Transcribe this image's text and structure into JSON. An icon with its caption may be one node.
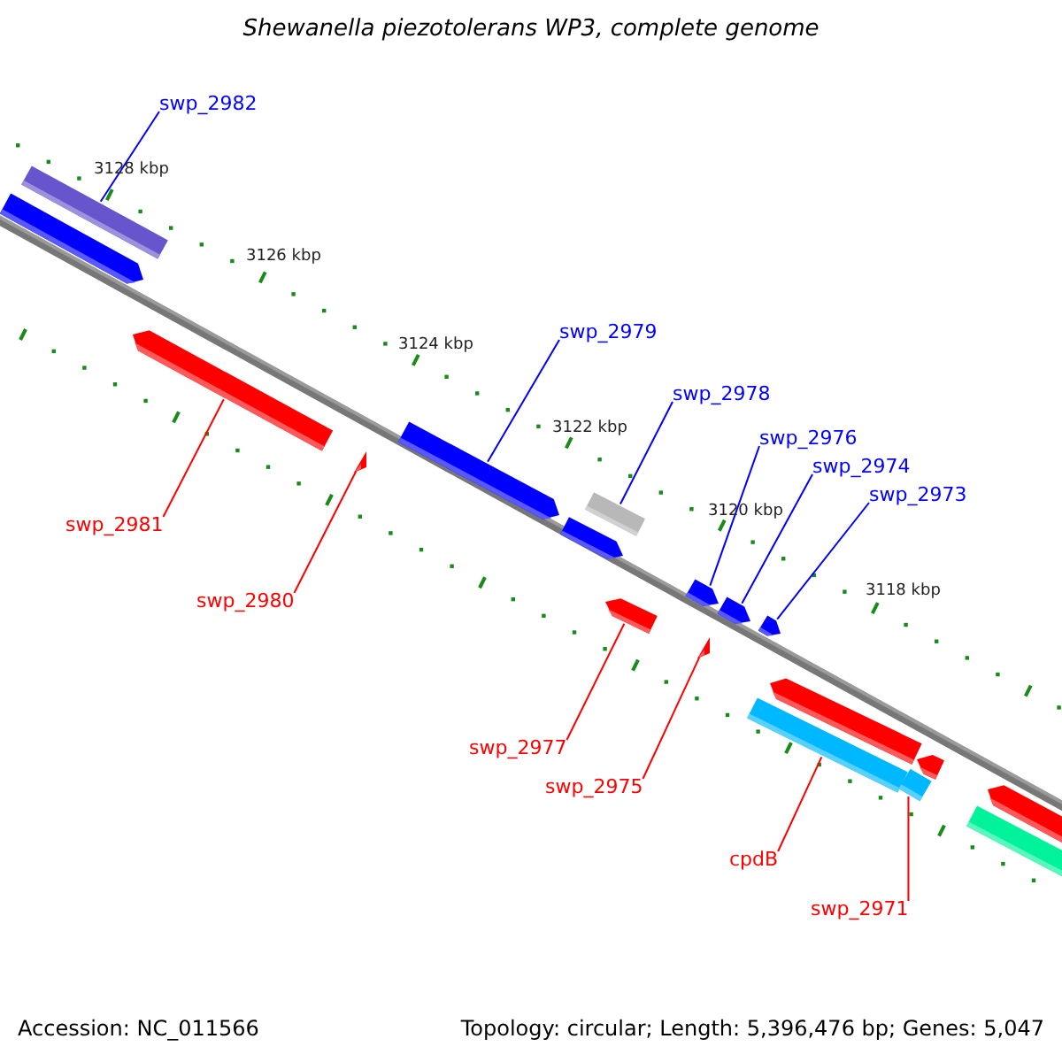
{
  "diagram": {
    "title": "Shewanella piezotolerans WP3, complete genome",
    "nodes": [
      {
        "text": [
          "swp_2982"
        ]
      },
      {
        "text": [
          "swp_2979"
        ]
      },
      {
        "text": [
          "swp_2978"
        ]
      },
      {
        "text": [
          "swp_2976"
        ]
      },
      {
        "text": [
          "swp_2974"
        ]
      },
      {
        "text": [
          "swp_2973"
        ]
      },
      {
        "text": [
          "swp_2981"
        ]
      },
      {
        "text": [
          "swp_2980"
        ]
      },
      {
        "text": [
          "swp_2977"
        ]
      },
      {
        "text": [
          "swp_2975"
        ]
      },
      {
        "text": [
          "cpdB"
        ]
      },
      {
        "text": [
          "swp_2971"
        ]
      },
      {
        "text": [],
        "shape": "bar"
      },
      {
        "text": [],
        "shape": "bar"
      },
      {
        "text": [],
        "shape": "triangle"
      },
      {
        "text": [],
        "shape": "bar"
      },
      {
        "text": [],
        "shape": "bar"
      },
      {
        "text": [],
        "shape": "bar"
      },
      {
        "text": [],
        "shape": "bar"
      },
      {
        "text": [],
        "shape": "triangle"
      },
      {
        "text": [],
        "shape": "bar"
      },
      {
        "text": [],
        "shape": "bar"
      },
      {
        "text": [],
        "shape": "bar"
      },
      {
        "text": [],
        "shape": "bar"
      }
    ],
    "edges": [
      {
        "from": 0,
        "to": 12,
        "arrow": "none"
      },
      {
        "from": 6,
        "to": 13,
        "arrow": "none",
        "color": "#ff0000"
      },
      {
        "from": 7,
        "to": 14,
        "arrow": "none",
        "color": "#ff0000"
      },
      {
        "from": 1,
        "to": 15,
        "arrow": "none"
      },
      {
        "from": 2,
        "to": 16,
        "arrow": "none"
      },
      {
        "from": 8,
        "to": 17,
        "arrow": "none",
        "color": "#ff0000"
      },
      {
        "from": 3,
        "to": 18,
        "arrow": "none"
      },
      {
        "from": 9,
        "to": 19,
        "arrow": "none",
        "color": "#ff0000"
      },
      {
        "from": 4,
        "to": 20,
        "arrow": "none"
      },
      {
        "from": 10,
        "to": 21,
        "arrow": "none",
        "color": "#ff0000"
      },
      {
        "from": 5,
        "to": 22,
        "arrow": "none"
      },
      {
        "from": 11,
        "to": 23,
        "arrow": "none",
        "color": "#ff0000"
      }
    ],
    "labels": [
      "3128 kbp",
      "3126 kbp",
      "3124 kbp",
      "3122 kbp",
      "3120 kbp",
      "3118 kbp",
      "Accession: NC_011566",
      "Topology: circular; Length: 5,396,476 bp; Genes: 5,047"
    ]
  }
}
